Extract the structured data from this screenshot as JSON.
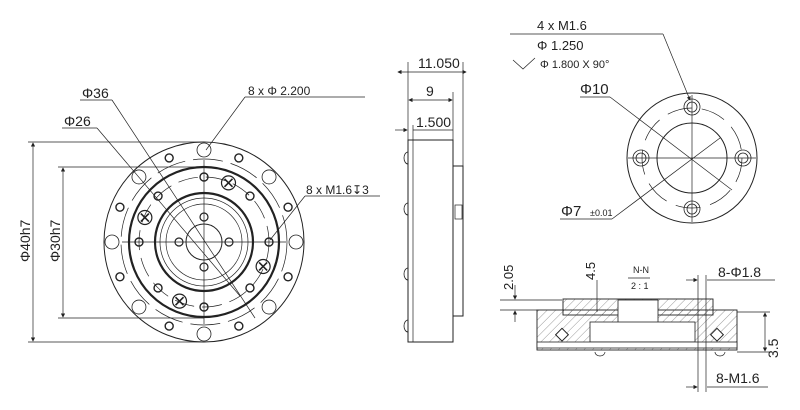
{
  "front_view": {
    "dia_36": "Φ36",
    "dia_26": "Φ26",
    "holes_2200": "8 x Φ 2.200",
    "tapped_holes": "8 x M1.6↧3",
    "dia_40h7": "Φ40h7",
    "dia_30h7": "Φ30h7"
  },
  "side_view": {
    "overall_width": "11.050",
    "body_width": "9",
    "flange_width": "1.500"
  },
  "output_view": {
    "thread_callout": "4 x  M1.6",
    "drill_dia": "Φ   1.250",
    "countersink": "Φ 1.800 X 90°",
    "dia_10": "Φ10",
    "dia_7": "Φ7",
    "dia_7_tol": "±0.01"
  },
  "section_view": {
    "title": "N-N",
    "scale": "2 : 1",
    "dim_205": "2.05",
    "dim_45": "4.5",
    "holes_18": "8-Φ1.8",
    "dim_35": "3.5",
    "threads": "8-M1.6"
  }
}
